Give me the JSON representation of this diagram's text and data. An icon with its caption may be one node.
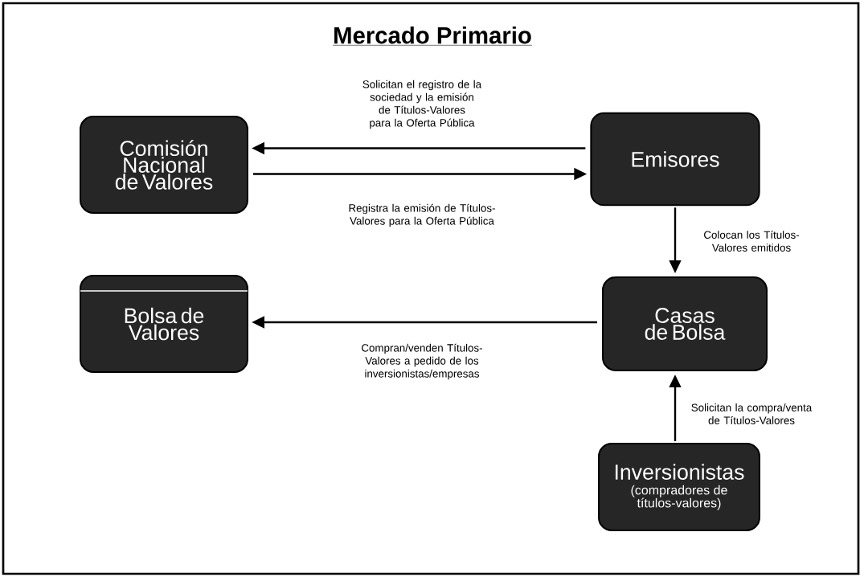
{
  "diagram": {
    "title": "Mercado Primario",
    "nodes": [
      {
        "text": [
          "Comisión Nacional de Valores"
        ]
      },
      {
        "text": [
          "Emisores"
        ]
      },
      {
        "text": [
          "Bolsa de Valores"
        ]
      },
      {
        "text": [
          "Casas de Bolsa"
        ]
      },
      {
        "text": [
          "Inversionistas",
          "(compradores de títulos-valores)"
        ]
      }
    ],
    "edges": [
      {
        "from": 1,
        "to": 0,
        "arrow": "to",
        "label": "Solicitan el registro de la sociedad y la emisión de Títulos-Valores para la Oferta Pública"
      },
      {
        "from": 0,
        "to": 1,
        "arrow": "to",
        "label": "Registra la emisión de Títulos-Valores para la Oferta Pública"
      },
      {
        "from": 1,
        "to": 3,
        "arrow": "to",
        "label": "Colocan los Títulos-Valores emitidos"
      },
      {
        "from": 3,
        "to": 2,
        "arrow": "to",
        "label": "Compran/venden Títulos-Valores a pedido de los inversionistas/empresas"
      },
      {
        "from": 4,
        "to": 3,
        "arrow": "to",
        "label": "Solicitan la compra/venta de Títulos-Valores"
      }
    ]
  }
}
